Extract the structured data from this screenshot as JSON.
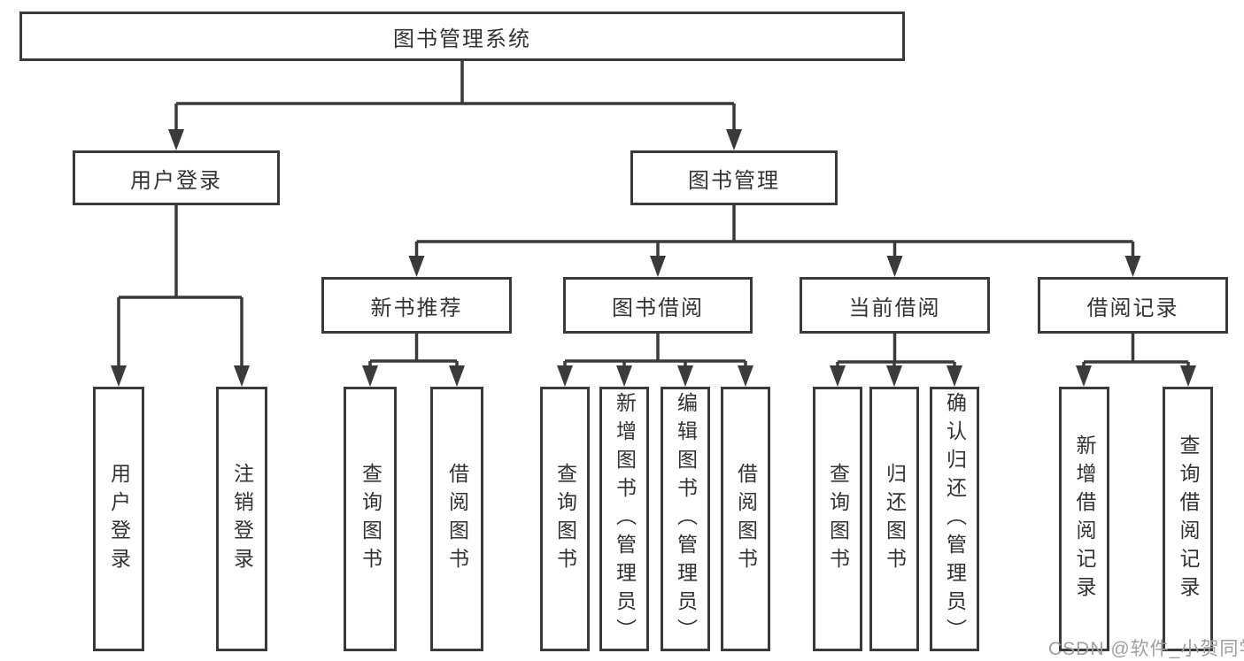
{
  "nodes": {
    "root": "图书管理系统",
    "level2": [
      "用户登录",
      "图书管理"
    ],
    "level3": [
      "新书推荐",
      "图书借阅",
      "当前借阅",
      "借阅记录"
    ],
    "leaves": [
      "用户登录",
      "注销登录",
      "查询图书",
      "借阅图书",
      "查询图书",
      "新增图书（管理员）",
      "编辑图书（管理员）",
      "借阅图书",
      "查询图书",
      "归还图书",
      "确认归还（管理员）",
      "新增借阅记录",
      "查询借阅记录"
    ]
  },
  "watermark": "CSDN @软件_小贺同学",
  "colors": {
    "line": "#3a3a3a",
    "box_border": "#3a3a3a",
    "box_fill": "#ffffff",
    "text": "#333333",
    "watermark_text": "#9f9f9f",
    "background": "#ffffff"
  }
}
